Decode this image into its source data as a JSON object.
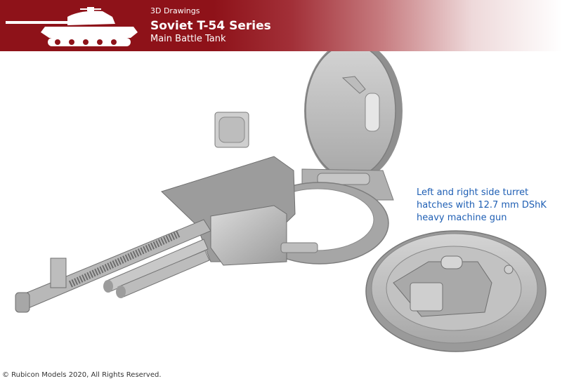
{
  "header": {
    "kicker": "3D Drawings",
    "title": "Soviet T-54 Series",
    "subtitle": "Main Battle Tank",
    "logo_icon": "tank-silhouette-icon"
  },
  "caption": {
    "lines": [
      "Left and right side turret",
      "hatches with 12.7 mm DShK",
      "heavy machine gun"
    ]
  },
  "footer": {
    "copyright": "© Rubicon Models 2020, All Rights Reserved."
  },
  "colors": {
    "header_red": "#8e1219",
    "caption_blue": "#1f5fb4",
    "model_gray": "#bdbdbd"
  }
}
